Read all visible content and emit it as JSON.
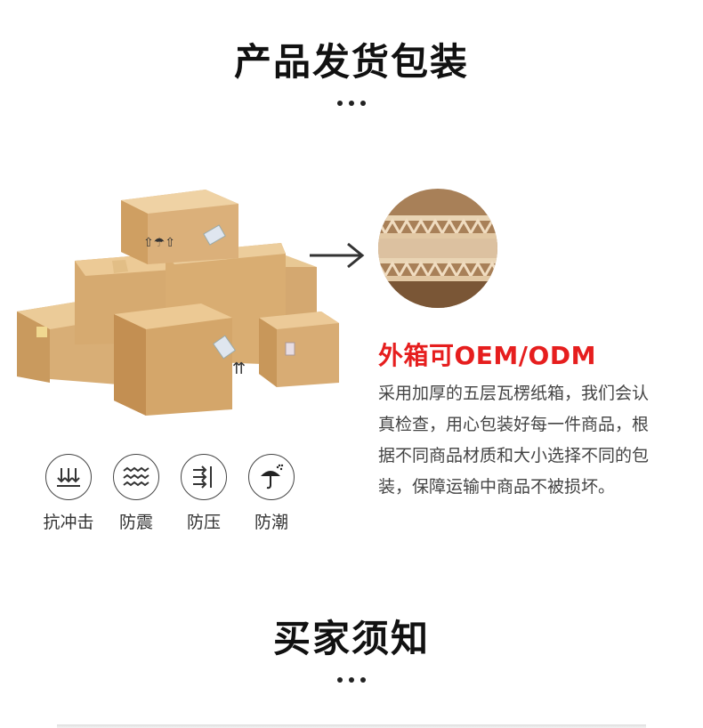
{
  "section1": {
    "title": "产品发货包装"
  },
  "oem_title": "外箱可OEM/ODM",
  "description": "采用加厚的五层瓦楞纸箱，我们会认真检查，用心包装好每一件商品，根据不同商品材质和大小选择不同的包装，保障运输中商品不被损坏。",
  "features": [
    {
      "label": "抗冲击",
      "icon": "impact-resistant-icon"
    },
    {
      "label": "防震",
      "icon": "shockproof-icon"
    },
    {
      "label": "防压",
      "icon": "pressure-resistant-icon"
    },
    {
      "label": "防潮",
      "icon": "moisture-proof-icon"
    }
  ],
  "section2": {
    "title": "买家须知"
  },
  "colors": {
    "accent": "#e61e1e",
    "cardboard": "#d9b07a",
    "text": "#333333"
  }
}
